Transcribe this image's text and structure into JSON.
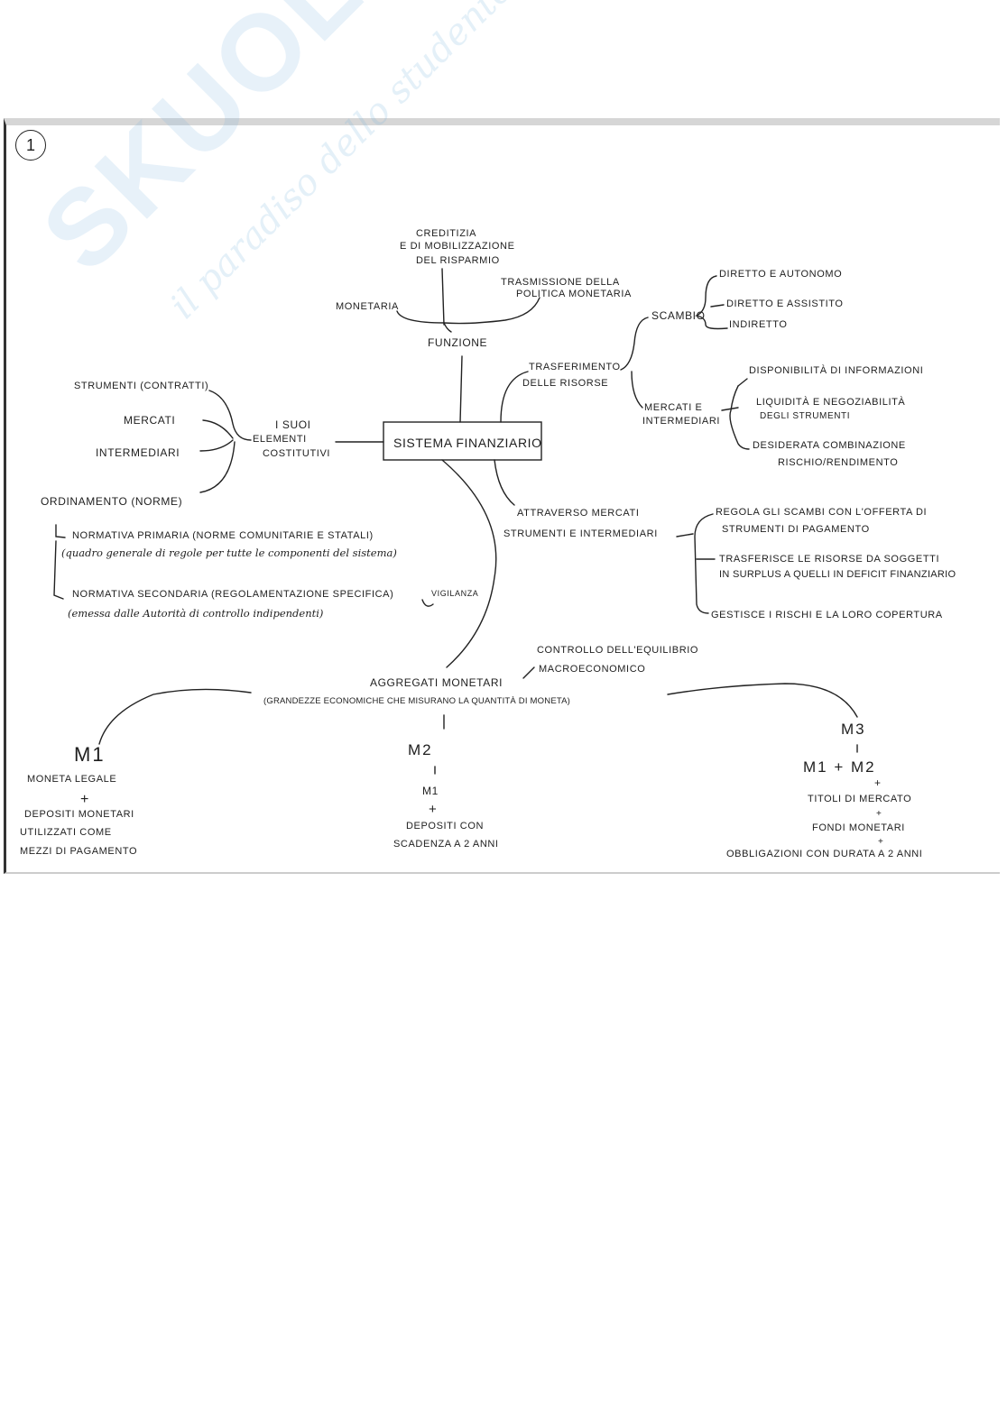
{
  "page_number": "1",
  "watermark": {
    "brand": "Skuola.net",
    "tagline": "il paradiso dello studente"
  },
  "center": "SISTEMA FINANZIARIO",
  "funzione": {
    "label": "FUNZIONE",
    "items": [
      "MONETARIA",
      "CREDITIZIA",
      "E DI MOBILIZZAZIONE",
      "DEL RISPARMIO",
      "TRASMISSIONE DELLA",
      "POLITICA MONETARIA"
    ]
  },
  "elementi": {
    "label_lines": [
      "I SUOI",
      "ELEMENTI",
      "COSTITUTIVI"
    ],
    "items": [
      "STRUMENTI (CONTRATTI)",
      "MERCATI",
      "INTERMEDIARI",
      "ORDINAMENTO (NORME)"
    ],
    "ordinamento": {
      "primaria": "NORMATIVA PRIMARIA (NORME COMUNITARIE E STATALI)",
      "primaria_note": "(quadro generale di regole per tutte le componenti del sistema)",
      "secondaria": "NORMATIVA SECONDARIA (REGOLAMENTAZIONE SPECIFICA)",
      "secondaria_extra": "VIGILANZA",
      "secondaria_note": "(emessa dalle Autorità di controllo indipendenti)"
    }
  },
  "trasferimento": {
    "label_lines": [
      "TRASFERIMENTO",
      "DELLE RISORSE"
    ],
    "scambio": {
      "label": "SCAMBIO",
      "items": [
        "DIRETTO E AUTONOMO",
        "DIRETTO E ASSISTITO",
        "INDIRETTO"
      ]
    },
    "mercati": {
      "label_lines": [
        "MERCATI E",
        "INTERMEDIARI"
      ],
      "items": [
        "DISPONIBILITÀ DI INFORMAZIONI",
        "LIQUIDITÀ E NEGOZIABILITÀ",
        "DEGLI STRUMENTI",
        "DESIDERATA COMBINAZIONE",
        "RISCHIO/RENDIMENTO"
      ]
    }
  },
  "attraverso": {
    "label_lines": [
      "ATTRAVERSO MERCATI",
      "STRUMENTI E INTERMEDIARI"
    ],
    "items": [
      "REGOLA GLI SCAMBI CON L'OFFERTA DI",
      "STRUMENTI DI PAGAMENTO",
      "TRASFERISCE LE RISORSE DA SOGGETTI",
      "IN SURPLUS A QUELLI IN DEFICIT FINANZIARIO",
      "GESTISCE I RISCHI E LA LORO COPERTURA"
    ]
  },
  "aggregati": {
    "label": "AGGREGATI MONETARI",
    "note": "(GRANDEZZE ECONOMICHE CHE MISURANO LA QUANTITÀ DI MONETA)",
    "controllo": [
      "CONTROLLO DELL'EQUILIBRIO",
      "MACROECONOMICO"
    ],
    "m1": {
      "label": "M1",
      "lines": [
        "MONETA LEGALE",
        "+",
        "DEPOSITI MONETARI",
        "UTILIZZATI COME",
        "MEZZI DI PAGAMENTO"
      ]
    },
    "m2": {
      "label": "M2",
      "lines": [
        "M1",
        "+",
        "DEPOSITI CON",
        "SCADENZA A 2 ANNI"
      ]
    },
    "m3": {
      "label": "M3",
      "lines": [
        "M1 + M2",
        "+",
        "TITOLI DI MERCATO",
        "+",
        "FONDI MONETARI",
        "+",
        "OBBLIGAZIONI CON DURATA A 2 ANNI"
      ]
    }
  }
}
